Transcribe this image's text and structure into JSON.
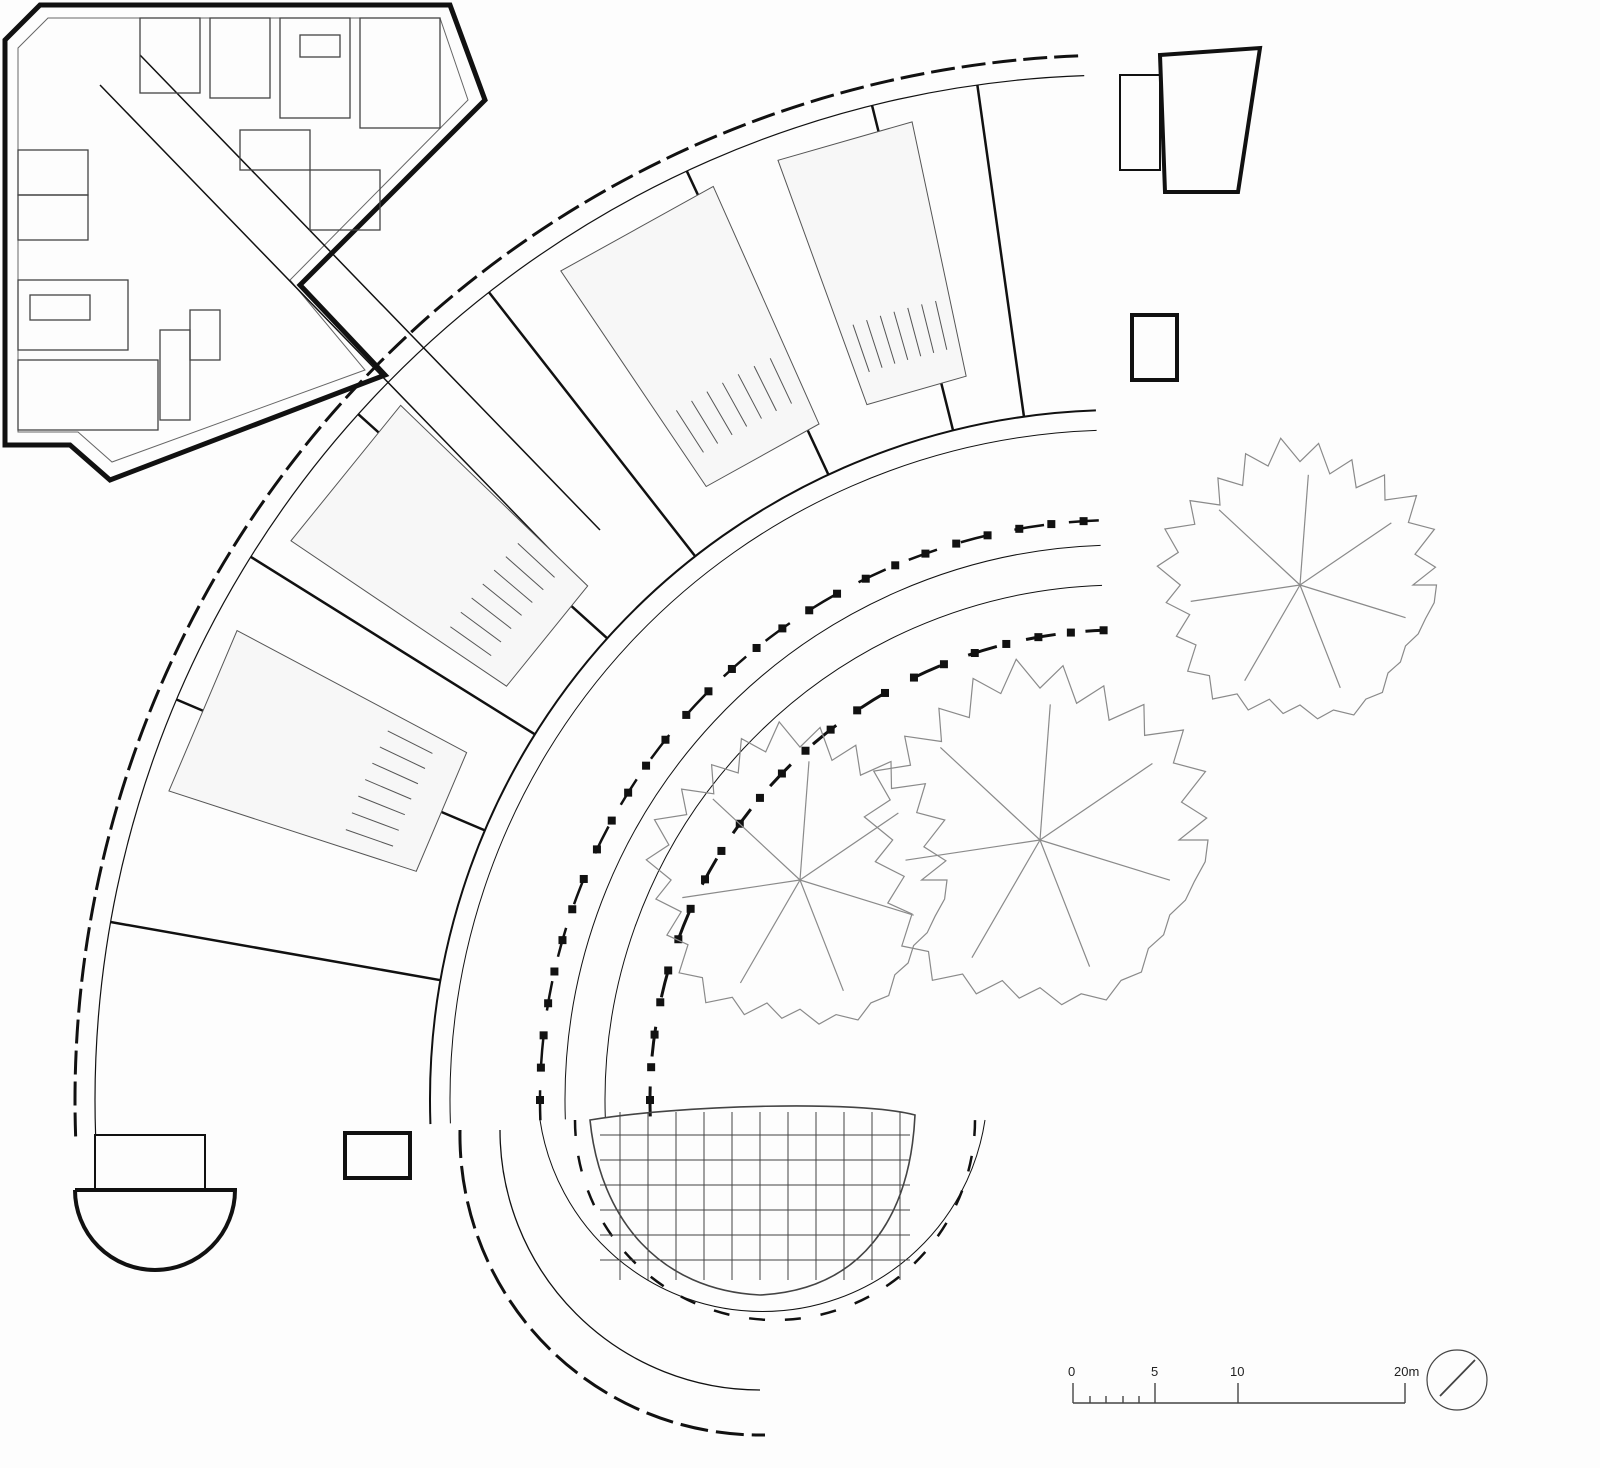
{
  "scale_bar": {
    "labels": [
      "0",
      "5",
      "10",
      "20m"
    ],
    "unit": "m"
  },
  "north_arrow": {
    "icon": "north-arrow-icon"
  },
  "colors": {
    "wall": "#111111",
    "line": "#555555",
    "tree": "#8a8a8a",
    "background": "#fdfdfd"
  }
}
